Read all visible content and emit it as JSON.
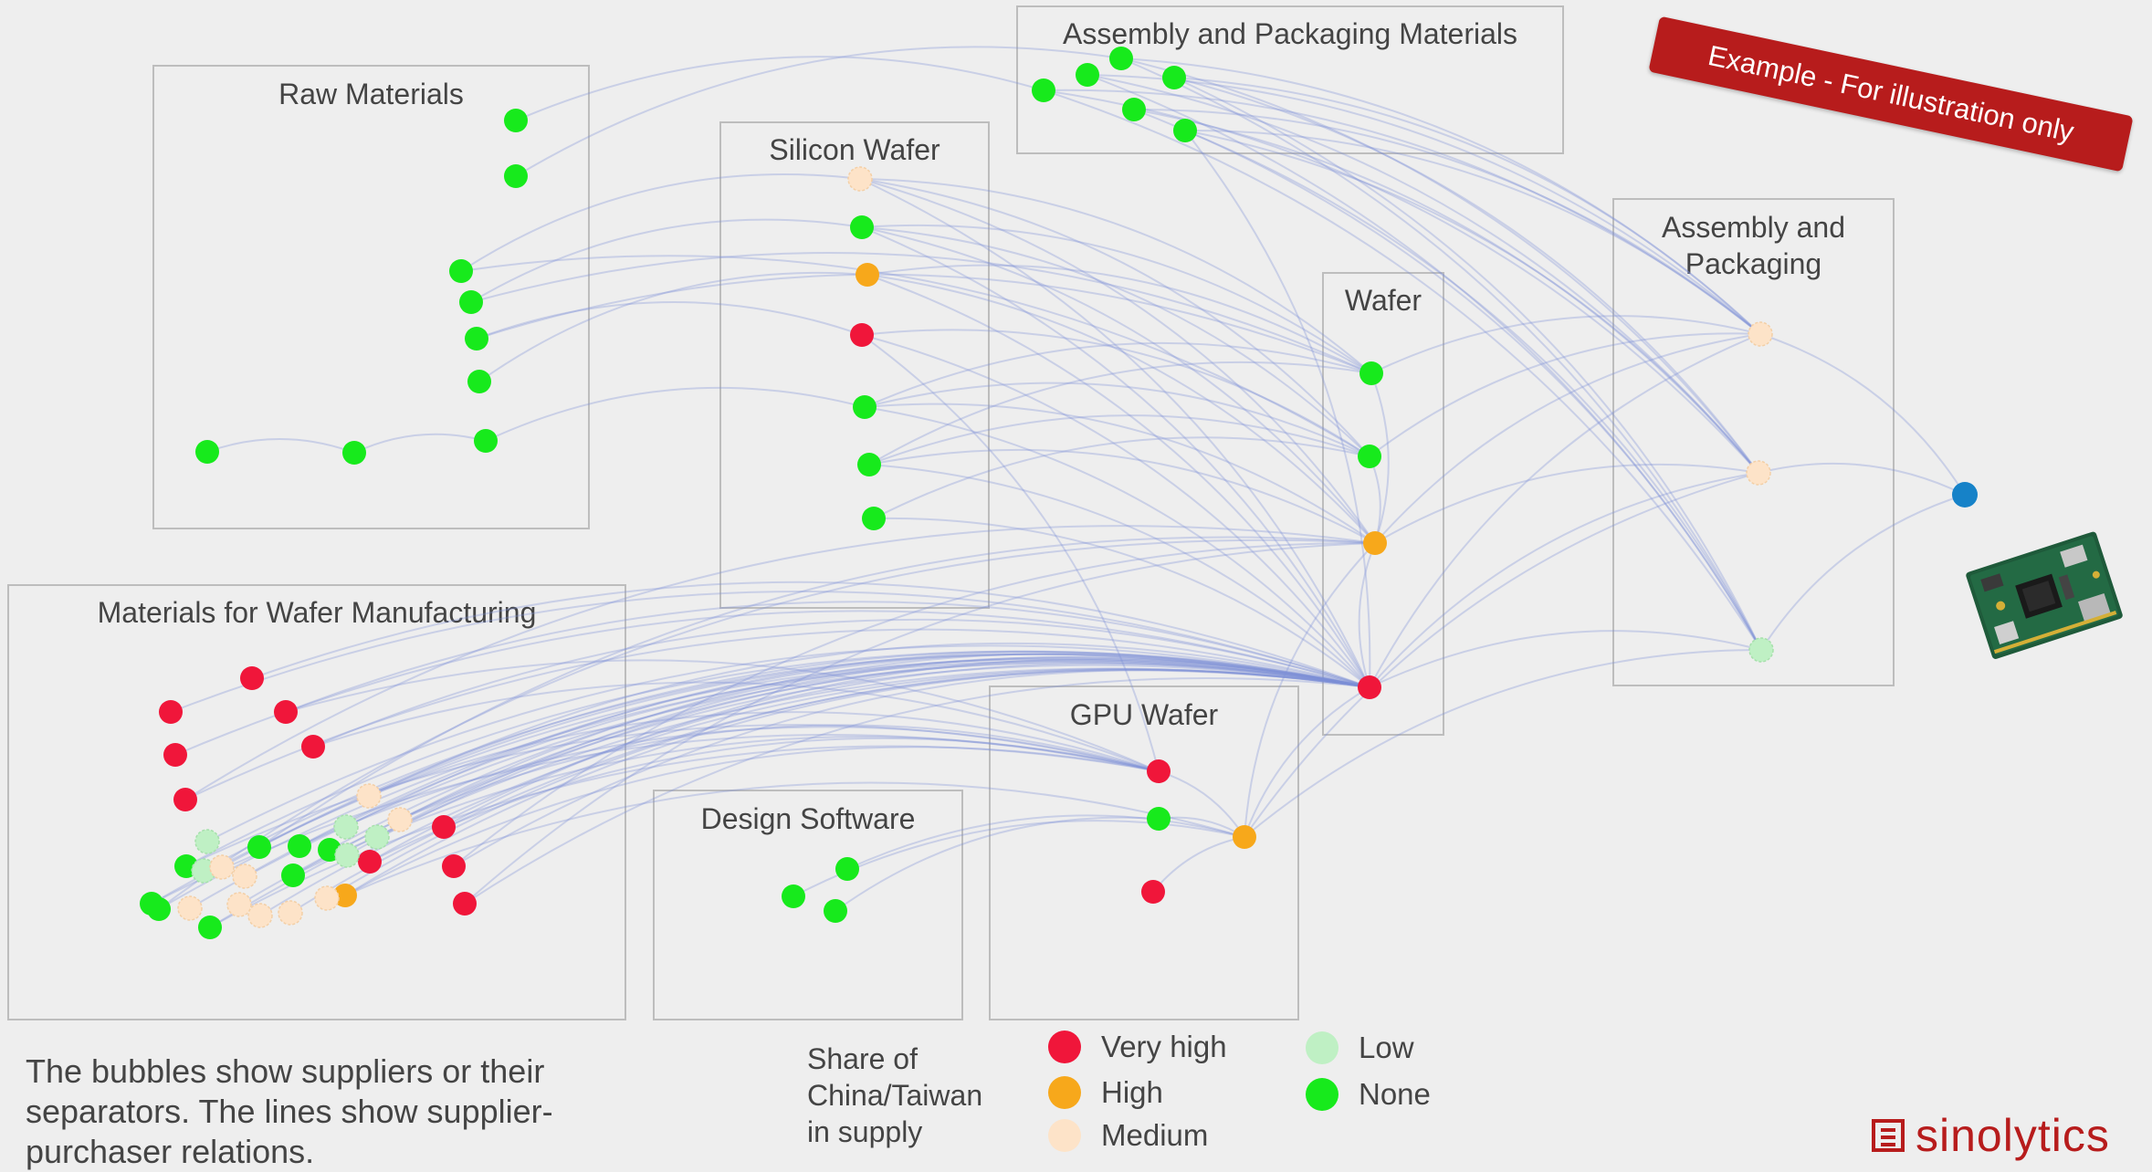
{
  "banner": {
    "text": "Example - For illustration only"
  },
  "colors": {
    "very_high": "#f0163a",
    "high": "#f7a81b",
    "medium": "#fde3c8",
    "low": "#bff0c4",
    "none": "#17ea1c",
    "final": "#1682c8",
    "edge": "#7b8fd6",
    "banner": "#b71c1c"
  },
  "regions": [
    {
      "id": "raw",
      "label": [
        "Raw Materials"
      ]
    },
    {
      "id": "silicon",
      "label": [
        "Silicon Wafer"
      ]
    },
    {
      "id": "apmat",
      "label": [
        "Assembly and Packaging Materials"
      ]
    },
    {
      "id": "ap",
      "label": [
        "Assembly and",
        "Packaging"
      ]
    },
    {
      "id": "wafer",
      "label": [
        "Wafer"
      ]
    },
    {
      "id": "wafermat",
      "label": [
        "Materials for Wafer Manufacturing"
      ]
    },
    {
      "id": "design",
      "label": [
        "Design Software"
      ]
    },
    {
      "id": "gpu",
      "label": [
        "GPU Wafer"
      ]
    }
  ],
  "nodes": [
    {
      "id": "rm1",
      "risk": "none"
    },
    {
      "id": "rm2",
      "risk": "none"
    },
    {
      "id": "rm3",
      "risk": "none"
    },
    {
      "id": "rm4",
      "risk": "none"
    },
    {
      "id": "rm5",
      "risk": "none"
    },
    {
      "id": "rm6",
      "risk": "none"
    },
    {
      "id": "rm7",
      "risk": "none"
    },
    {
      "id": "rm8",
      "risk": "none"
    },
    {
      "id": "rm9",
      "risk": "none"
    },
    {
      "id": "sw1",
      "risk": "medium"
    },
    {
      "id": "sw2",
      "risk": "none"
    },
    {
      "id": "sw3",
      "risk": "high"
    },
    {
      "id": "sw4",
      "risk": "very_high"
    },
    {
      "id": "sw5",
      "risk": "none"
    },
    {
      "id": "sw6",
      "risk": "none"
    },
    {
      "id": "sw7",
      "risk": "none"
    },
    {
      "id": "apm1",
      "risk": "none"
    },
    {
      "id": "apm2",
      "risk": "none"
    },
    {
      "id": "apm3",
      "risk": "none"
    },
    {
      "id": "apm4",
      "risk": "none"
    },
    {
      "id": "apm5",
      "risk": "none"
    },
    {
      "id": "apm6",
      "risk": "none"
    },
    {
      "id": "ap1",
      "risk": "medium"
    },
    {
      "id": "ap2",
      "risk": "medium"
    },
    {
      "id": "ap3",
      "risk": "low"
    },
    {
      "id": "wf1",
      "risk": "none"
    },
    {
      "id": "wf2",
      "risk": "none"
    },
    {
      "id": "wf3",
      "risk": "high"
    },
    {
      "id": "wf4",
      "risk": "very_high"
    },
    {
      "id": "gpu1",
      "risk": "very_high"
    },
    {
      "id": "gpu2",
      "risk": "none"
    },
    {
      "id": "gpu3",
      "risk": "high"
    },
    {
      "id": "gpu4",
      "risk": "very_high"
    },
    {
      "id": "ds1",
      "risk": "none"
    },
    {
      "id": "ds2",
      "risk": "none"
    },
    {
      "id": "ds3",
      "risk": "none"
    },
    {
      "id": "final",
      "risk": "final"
    },
    {
      "id": "wm1",
      "risk": "very_high"
    },
    {
      "id": "wm2",
      "risk": "very_high"
    },
    {
      "id": "wm3",
      "risk": "very_high"
    },
    {
      "id": "wm4",
      "risk": "very_high"
    },
    {
      "id": "wm5",
      "risk": "very_high"
    },
    {
      "id": "wm6",
      "risk": "very_high"
    },
    {
      "id": "wm7",
      "risk": "very_high"
    },
    {
      "id": "wm8",
      "risk": "very_high"
    },
    {
      "id": "wm9",
      "risk": "very_high"
    },
    {
      "id": "wm10",
      "risk": "very_high"
    },
    {
      "id": "wm11",
      "risk": "high"
    },
    {
      "id": "wm12",
      "risk": "none"
    },
    {
      "id": "wm13",
      "risk": "none"
    },
    {
      "id": "wm14",
      "risk": "none"
    },
    {
      "id": "wm15",
      "risk": "none"
    },
    {
      "id": "wm16",
      "risk": "none"
    },
    {
      "id": "wm17",
      "risk": "none"
    },
    {
      "id": "wm18",
      "risk": "none"
    },
    {
      "id": "wm19",
      "risk": "none"
    },
    {
      "id": "wm20",
      "risk": "low"
    },
    {
      "id": "wm21",
      "risk": "low"
    },
    {
      "id": "wm22",
      "risk": "low"
    },
    {
      "id": "wm23",
      "risk": "low"
    },
    {
      "id": "wm24",
      "risk": "low"
    },
    {
      "id": "wm25",
      "risk": "medium"
    },
    {
      "id": "wm26",
      "risk": "medium"
    },
    {
      "id": "wm27",
      "risk": "medium"
    },
    {
      "id": "wm28",
      "risk": "medium"
    },
    {
      "id": "wm29",
      "risk": "medium"
    },
    {
      "id": "wm30",
      "risk": "medium"
    },
    {
      "id": "wm31",
      "risk": "medium"
    },
    {
      "id": "wm32",
      "risk": "medium"
    },
    {
      "id": "wm33",
      "risk": "medium"
    }
  ],
  "edges": [
    [
      "rm8",
      "rm7"
    ],
    [
      "rm7",
      "rm9"
    ],
    [
      "rm1",
      "apm1"
    ],
    [
      "rm2",
      "apm3"
    ],
    [
      "rm3",
      "sw1"
    ],
    [
      "rm4",
      "sw2"
    ],
    [
      "rm5",
      "sw4"
    ],
    [
      "rm5",
      "wf1"
    ],
    [
      "rm6",
      "sw3"
    ],
    [
      "rm9",
      "sw5"
    ],
    [
      "rm3",
      "wf2"
    ],
    [
      "rm4",
      "wf1"
    ],
    [
      "apm1",
      "ap1"
    ],
    [
      "apm1",
      "ap2"
    ],
    [
      "apm1",
      "ap3"
    ],
    [
      "apm2",
      "ap1"
    ],
    [
      "apm2",
      "ap2"
    ],
    [
      "apm2",
      "ap3"
    ],
    [
      "apm3",
      "ap1"
    ],
    [
      "apm3",
      "ap2"
    ],
    [
      "apm3",
      "ap3"
    ],
    [
      "apm4",
      "ap1"
    ],
    [
      "apm4",
      "ap2"
    ],
    [
      "apm4",
      "ap3"
    ],
    [
      "apm5",
      "ap1"
    ],
    [
      "apm5",
      "ap2"
    ],
    [
      "apm5",
      "ap3"
    ],
    [
      "apm6",
      "ap1"
    ],
    [
      "apm6",
      "ap2"
    ],
    [
      "apm6",
      "ap3"
    ],
    [
      "apm6",
      "wf4"
    ],
    [
      "sw1",
      "wf1"
    ],
    [
      "sw1",
      "wf2"
    ],
    [
      "sw1",
      "wf3"
    ],
    [
      "sw1",
      "wf4"
    ],
    [
      "sw2",
      "wf1"
    ],
    [
      "sw2",
      "wf2"
    ],
    [
      "sw2",
      "wf3"
    ],
    [
      "sw2",
      "wf4"
    ],
    [
      "sw3",
      "wf1"
    ],
    [
      "sw3",
      "wf3"
    ],
    [
      "sw3",
      "wf4"
    ],
    [
      "sw4",
      "wf2"
    ],
    [
      "sw4",
      "wf4"
    ],
    [
      "sw4",
      "gpu1"
    ],
    [
      "sw5",
      "wf1"
    ],
    [
      "sw5",
      "wf2"
    ],
    [
      "sw5",
      "wf3"
    ],
    [
      "sw5",
      "wf4"
    ],
    [
      "sw6",
      "wf1"
    ],
    [
      "sw6",
      "wf2"
    ],
    [
      "sw6",
      "wf3"
    ],
    [
      "sw6",
      "wf4"
    ],
    [
      "sw7",
      "wf2"
    ],
    [
      "sw7",
      "wf4"
    ],
    [
      "wf1",
      "wf3"
    ],
    [
      "wf2",
      "wf3"
    ],
    [
      "wf3",
      "wf4"
    ],
    [
      "wf1",
      "ap1"
    ],
    [
      "wf2",
      "ap1"
    ],
    [
      "wf3",
      "ap1"
    ],
    [
      "wf3",
      "ap2"
    ],
    [
      "wf4",
      "ap2"
    ],
    [
      "wf4",
      "ap3"
    ],
    [
      "wf4",
      "ap1"
    ],
    [
      "gpu1",
      "gpu3"
    ],
    [
      "gpu2",
      "gpu3"
    ],
    [
      "gpu4",
      "gpu3"
    ],
    [
      "gpu3",
      "wf4"
    ],
    [
      "gpu3",
      "wf3"
    ],
    [
      "gpu3",
      "ap3"
    ],
    [
      "gpu3",
      "ap2"
    ],
    [
      "ds1",
      "gpu3"
    ],
    [
      "ds2",
      "gpu3"
    ],
    [
      "ds3",
      "gpu2"
    ],
    [
      "ap1",
      "final"
    ],
    [
      "ap2",
      "final"
    ],
    [
      "ap3",
      "final"
    ],
    [
      "wm1",
      "wf4"
    ],
    [
      "wm2",
      "wf4"
    ],
    [
      "wm3",
      "wf4"
    ],
    [
      "wm4",
      "wf4"
    ],
    [
      "wm5",
      "wf4"
    ],
    [
      "wm6",
      "wf4"
    ],
    [
      "wm7",
      "wf4"
    ],
    [
      "wm8",
      "wf4"
    ],
    [
      "wm9",
      "wf4"
    ],
    [
      "wm10",
      "wf4"
    ],
    [
      "wm11",
      "wf4"
    ],
    [
      "wm12",
      "wf4"
    ],
    [
      "wm13",
      "wf4"
    ],
    [
      "wm14",
      "wf4"
    ],
    [
      "wm15",
      "wf4"
    ],
    [
      "wm16",
      "wf4"
    ],
    [
      "wm17",
      "wf4"
    ],
    [
      "wm18",
      "wf4"
    ],
    [
      "wm19",
      "wf4"
    ],
    [
      "wm20",
      "wf4"
    ],
    [
      "wm21",
      "wf4"
    ],
    [
      "wm22",
      "wf4"
    ],
    [
      "wm23",
      "wf4"
    ],
    [
      "wm24",
      "wf4"
    ],
    [
      "wm25",
      "wf4"
    ],
    [
      "wm26",
      "wf4"
    ],
    [
      "wm27",
      "wf4"
    ],
    [
      "wm28",
      "wf4"
    ],
    [
      "wm29",
      "wf4"
    ],
    [
      "wm30",
      "wf4"
    ],
    [
      "wm31",
      "wf4"
    ],
    [
      "wm32",
      "wf4"
    ],
    [
      "wm33",
      "wf4"
    ],
    [
      "wm12",
      "gpu1"
    ],
    [
      "wm14",
      "gpu1"
    ],
    [
      "wm16",
      "gpu1"
    ],
    [
      "wm17",
      "gpu1"
    ],
    [
      "wm19",
      "gpu1"
    ],
    [
      "wm25",
      "gpu1"
    ],
    [
      "wm26",
      "gpu1"
    ],
    [
      "wm3",
      "gpu1"
    ],
    [
      "wm5",
      "gpu1"
    ],
    [
      "wm8",
      "gpu1"
    ],
    [
      "wm11",
      "gpu1"
    ],
    [
      "wm9",
      "wf3"
    ],
    [
      "wm10",
      "wf3"
    ],
    [
      "wm11",
      "gpu3"
    ],
    [
      "wm6",
      "wf3"
    ],
    [
      "wm13",
      "wf3"
    ],
    [
      "wm18",
      "wf3"
    ]
  ],
  "legend": {
    "title": "Share of China/Taiwan in supply",
    "items": [
      {
        "risk": "very_high",
        "label": "Very high"
      },
      {
        "risk": "high",
        "label": "High"
      },
      {
        "risk": "medium",
        "label": "Medium"
      },
      {
        "risk": "low",
        "label": "Low"
      },
      {
        "risk": "none",
        "label": "None"
      }
    ]
  },
  "footnote": "The bubbles show suppliers or their separators. The lines show supplier-purchaser relations.",
  "logo": {
    "text": "sinolytics"
  }
}
